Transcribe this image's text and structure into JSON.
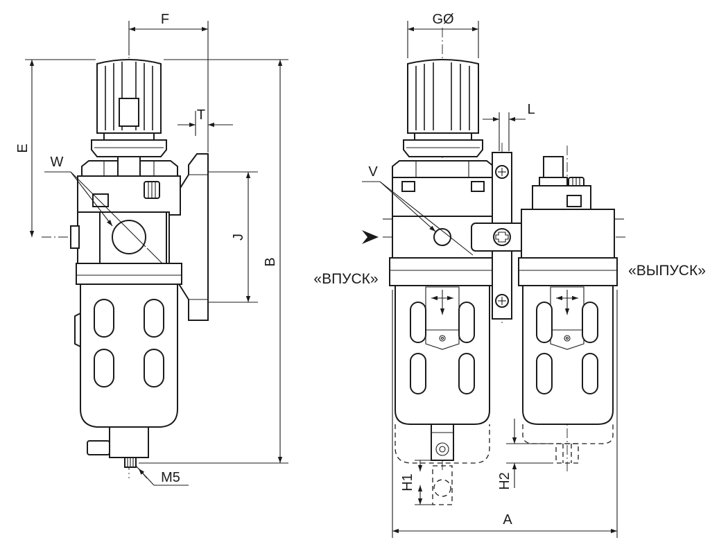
{
  "dimensions": {
    "F": "F",
    "T": "T",
    "E": "E",
    "W": "W",
    "J": "J",
    "B": "B",
    "M5": "M5",
    "G": "GØ",
    "L": "L",
    "V": "V",
    "A": "A",
    "H1": "H1",
    "H2": "H2"
  },
  "ports": {
    "inlet": "«ВПУСК»",
    "outlet": "«ВЫПУСК»"
  }
}
